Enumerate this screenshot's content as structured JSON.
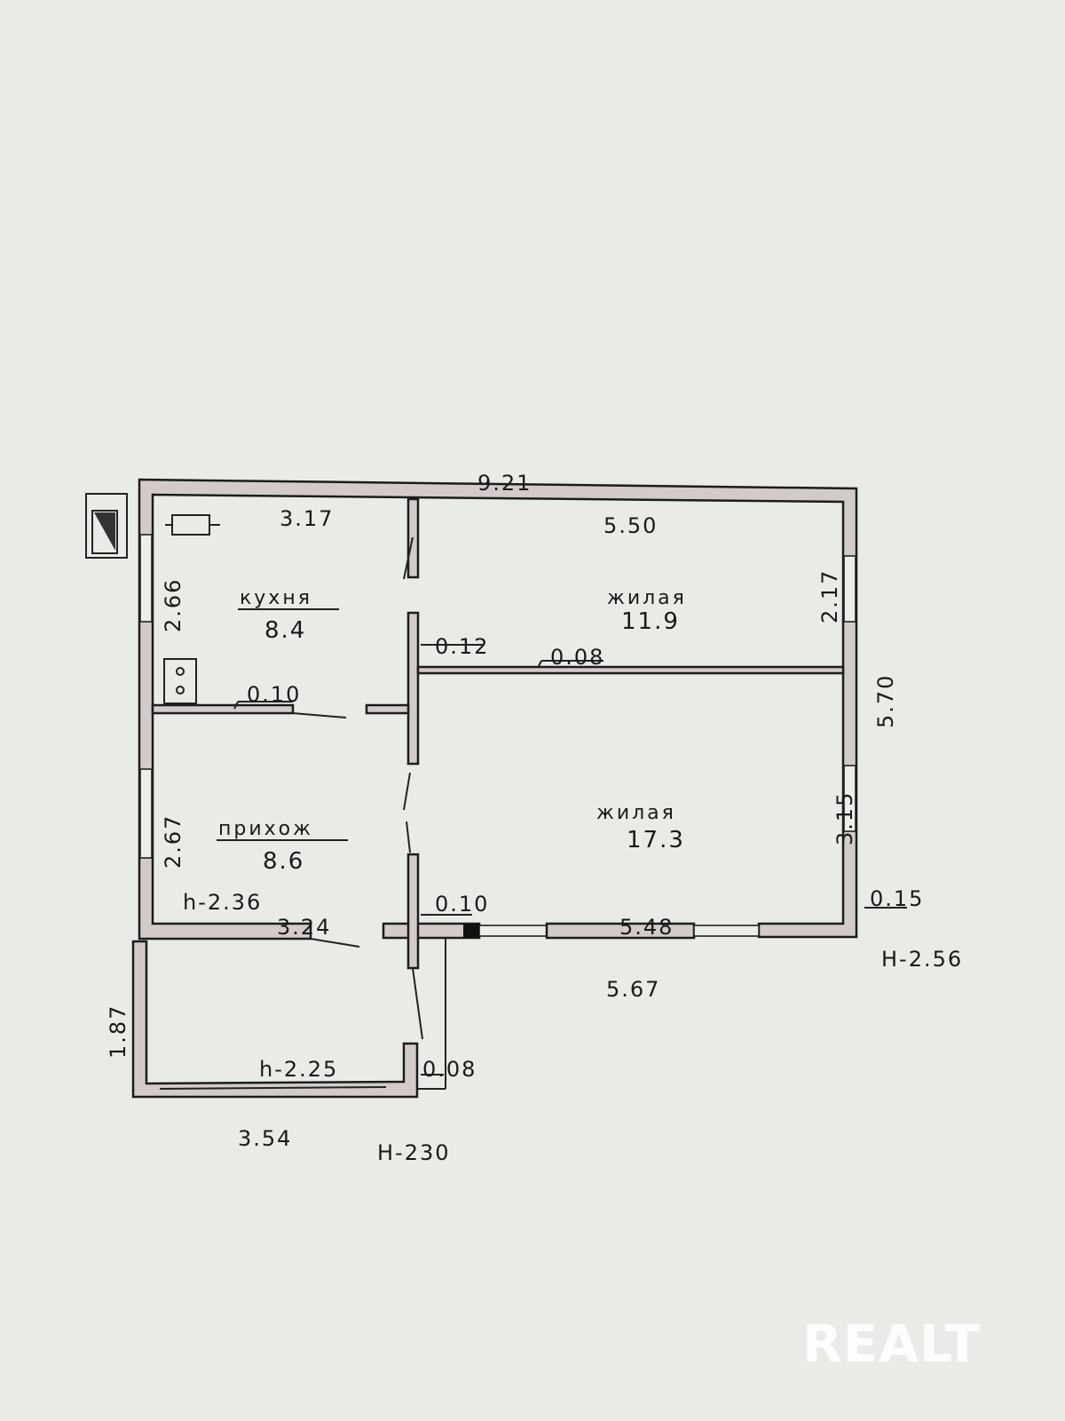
{
  "plan": {
    "dimensions": {
      "overall_width": "9.21",
      "kitchen_width": "3.17",
      "living_top_width": "5.50",
      "kitchen_side": "2.66",
      "living_top_side": "2.17",
      "partition_012": "0.12",
      "partition_008": "0.08",
      "kitchen_wall": "0.10",
      "right_total": "5.70",
      "living_bottom_side": "3.15",
      "hall_side": "2.67",
      "partition_010": "0.10",
      "hall_width": "3.24",
      "living_bottom_width": "5.48",
      "outer_wall": "0.15",
      "outer_bottom": "5.67",
      "annex_side": "1.87",
      "annex_wall": "0.08",
      "annex_width": "3.54"
    },
    "heights": {
      "main": "H-2.56",
      "hall": "h-2.36",
      "annex": "h-2.25",
      "annex_outer": "H-230"
    },
    "rooms": [
      {
        "name": "кухня",
        "area": "8.4"
      },
      {
        "name": "жилая",
        "area": "11.9"
      },
      {
        "name": "прихож",
        "area": "8.6"
      },
      {
        "name": "жилая",
        "area": "17.3"
      }
    ]
  },
  "watermark": "REALT"
}
